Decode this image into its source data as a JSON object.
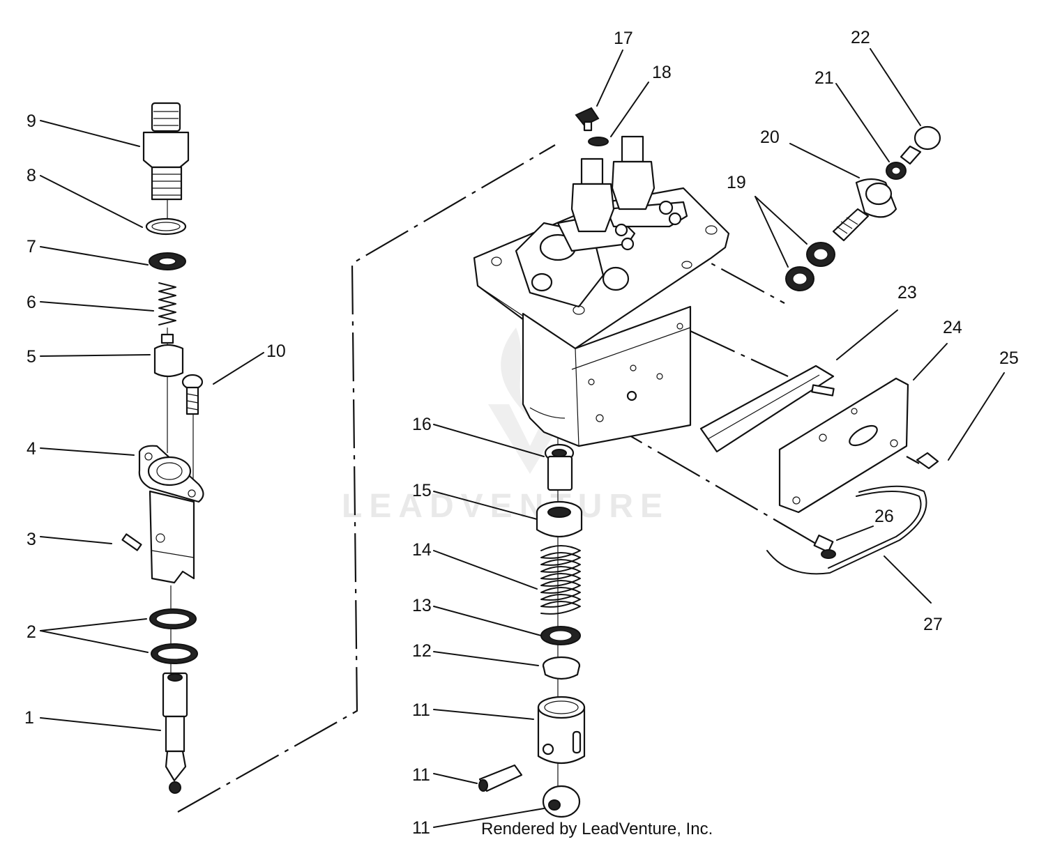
{
  "diagram": {
    "watermark": "LEADVENTURE",
    "credit": "Rendered by LeadVenture, Inc.",
    "callouts": [
      {
        "id": "c1",
        "label": "1"
      },
      {
        "id": "c2",
        "label": "2"
      },
      {
        "id": "c3",
        "label": "3"
      },
      {
        "id": "c4",
        "label": "4"
      },
      {
        "id": "c5",
        "label": "5"
      },
      {
        "id": "c6",
        "label": "6"
      },
      {
        "id": "c7",
        "label": "7"
      },
      {
        "id": "c8",
        "label": "8"
      },
      {
        "id": "c9",
        "label": "9"
      },
      {
        "id": "c10",
        "label": "10"
      },
      {
        "id": "c11a",
        "label": "11"
      },
      {
        "id": "c11b",
        "label": "11"
      },
      {
        "id": "c11c",
        "label": "11"
      },
      {
        "id": "c12",
        "label": "12"
      },
      {
        "id": "c13",
        "label": "13"
      },
      {
        "id": "c14",
        "label": "14"
      },
      {
        "id": "c15",
        "label": "15"
      },
      {
        "id": "c16",
        "label": "16"
      },
      {
        "id": "c17",
        "label": "17"
      },
      {
        "id": "c18",
        "label": "18"
      },
      {
        "id": "c19",
        "label": "19"
      },
      {
        "id": "c20",
        "label": "20"
      },
      {
        "id": "c21",
        "label": "21"
      },
      {
        "id": "c22",
        "label": "22"
      },
      {
        "id": "c23",
        "label": "23"
      },
      {
        "id": "c24",
        "label": "24"
      },
      {
        "id": "c25",
        "label": "25"
      },
      {
        "id": "c26",
        "label": "26"
      },
      {
        "id": "c27",
        "label": "27"
      }
    ]
  }
}
